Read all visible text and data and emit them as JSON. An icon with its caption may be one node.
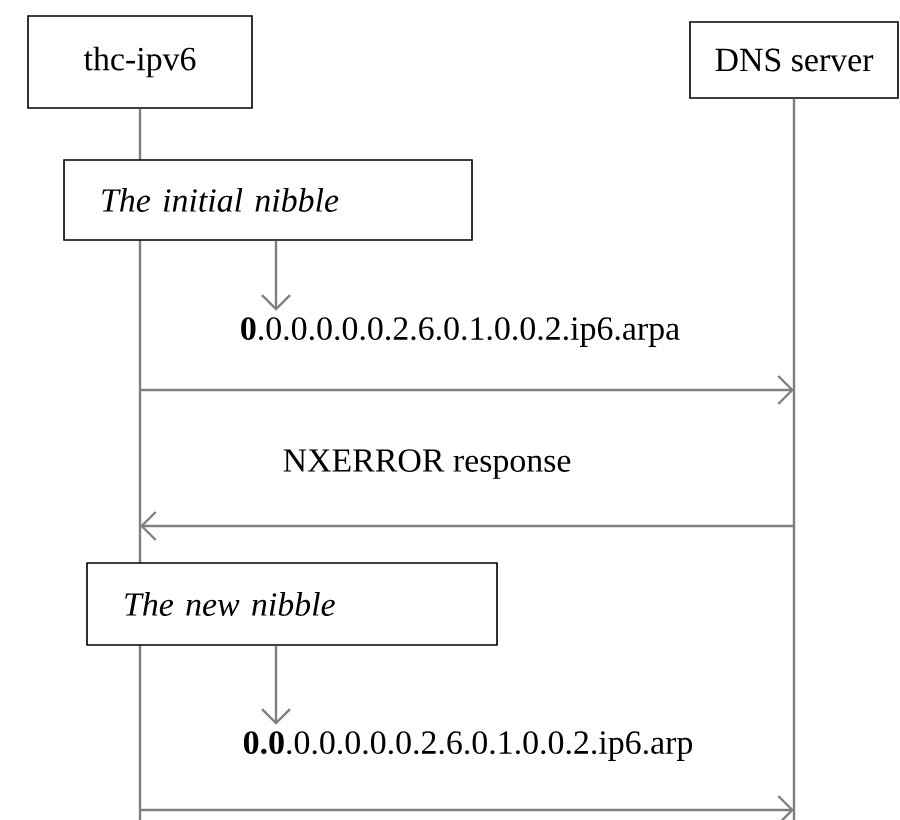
{
  "diagram": {
    "nodes": [
      {
        "text": [
          "thc-ipv6"
        ]
      },
      {
        "text": [
          "DNS server"
        ]
      },
      {
        "text": [
          "The initial nibble"
        ]
      },
      {
        "text": [
          "**0**.0.0.0.0.0.2.6.0.1.0.0.2.ip6.arpa"
        ]
      },
      {
        "text": [
          "The new nibble"
        ]
      },
      {
        "text": [
          "**0.0**.0.0.0.0.0.2.6.0.1.0.0.2.ip6.arp"
        ]
      }
    ],
    "edges": [
      {
        "from": 2,
        "to": 3,
        "arrow": "to"
      },
      {
        "from": 0,
        "to": 1,
        "arrow": "to"
      },
      {
        "from": 1,
        "to": 0,
        "arrow": "to",
        "label": "NXERROR response"
      },
      {
        "from": 4,
        "to": 5,
        "arrow": "to"
      },
      {
        "from": 0,
        "to": 1,
        "arrow": "to"
      }
    ]
  }
}
